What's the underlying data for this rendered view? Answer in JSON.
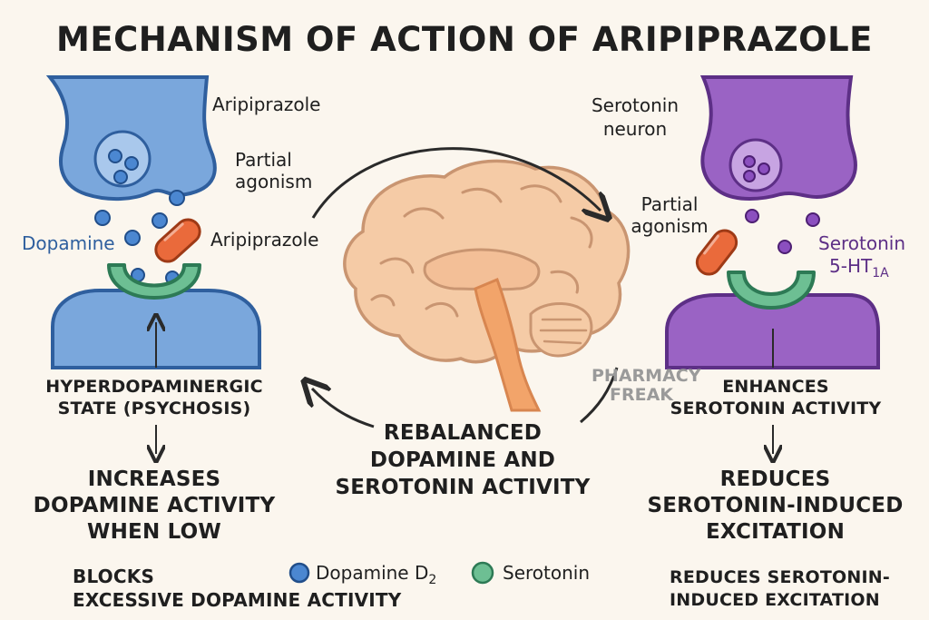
{
  "title": "MECHANISM OF ACTION OF ARIPIPRAZOLE",
  "left": {
    "aripiprazole_top": "Aripiprazole",
    "partial_agonism_1": "Partial",
    "partial_agonism_2": "agonism",
    "dopamine": "Dopamine",
    "aripiprazole_pill": "Aripiprazole",
    "state_line1": "HYPERDOPAMINERGIC",
    "state_line2": "STATE (PSYCHOSIS)",
    "increases_line1": "INCREASES",
    "increases_line2": "DOPAMINE ACTIVITY",
    "increases_line3": "WHEN LOW",
    "blocks_line1": "BLOCKS",
    "blocks_line2": "EXCESSIVE DOPAMINE ACTIVITY"
  },
  "right": {
    "neuron_line1": "Serotonin",
    "neuron_line2": "neuron",
    "partial_agonism_1": "Partial",
    "partial_agonism_2": "agonism",
    "receptor_line1": "Serotonin",
    "receptor_line2_main": "5-HT",
    "receptor_line2_sub": "1A",
    "enhances_line1": "ENHANCES",
    "enhances_line2": "SEROTONIN ACTIVITY",
    "reduces_line1": "REDUCES",
    "reduces_line2": "SEROTONIN-INDUCED",
    "reduces_line3": "EXCITATION",
    "reduces2_line1": "REDUCES SEROTONIN-",
    "reduces2_line2": "INDUCED EXCITATION"
  },
  "center": {
    "watermark_line1": "PHARMACY",
    "watermark_line2": "FREAK",
    "rebalanced_line1": "REBALANCED",
    "rebalanced_line2": "DOPAMINE AND",
    "rebalanced_line3": "SEROTONIN ACTIVITY"
  },
  "legend": {
    "dopamine_main": "Dopamine D",
    "dopamine_sub": "2",
    "serotonin": "Serotonin"
  },
  "colors": {
    "dopamine_neuron": "#6f9fd8",
    "serotonin_neuron": "#9a63c4",
    "receptor": "#6dbf93",
    "pill": "#e8663a",
    "brain": "#f4c9a3",
    "background": "#fbf6ee"
  }
}
